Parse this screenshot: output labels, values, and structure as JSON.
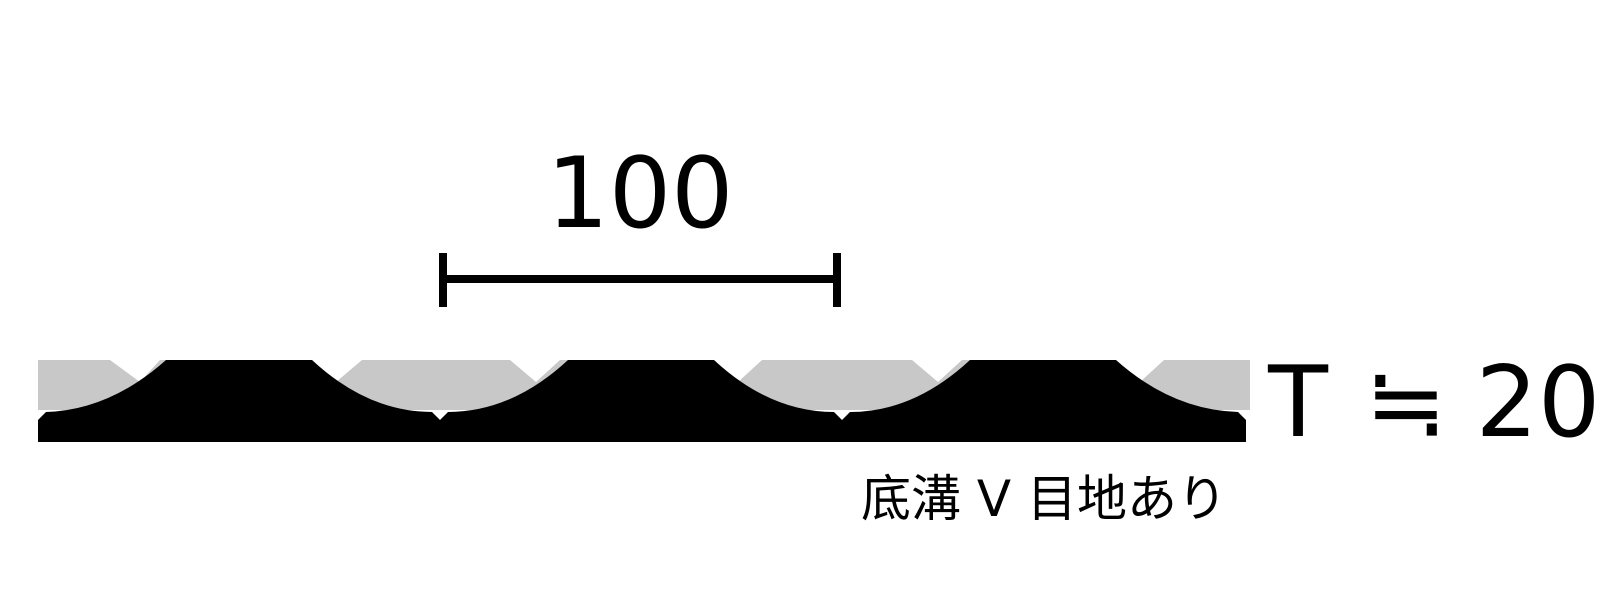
{
  "dimension": {
    "pitch_value": "100",
    "thickness_symbol": "T",
    "approx_symbol": "≒",
    "thickness_value": "20"
  },
  "note": {
    "text": "底溝 V 目地あり"
  },
  "colors": {
    "board": "#000000",
    "face_fill": "#c8c8c8",
    "background": "#ffffff",
    "dimension_line": "#000000"
  }
}
